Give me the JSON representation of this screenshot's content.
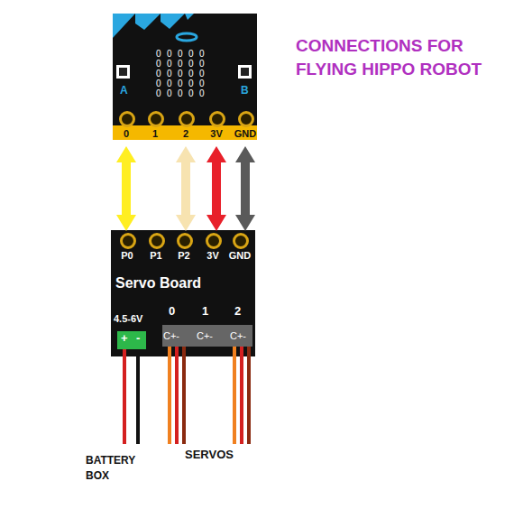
{
  "diagram": {
    "title": "CONNECTIONS FOR FLYING HIPPO ROBOT",
    "nodes": [
      {
        "text": [
          "0"
        ]
      },
      {
        "text": [
          "1"
        ]
      },
      {
        "text": [
          "2"
        ]
      },
      {
        "text": [
          "3V"
        ]
      },
      {
        "text": [
          "GND"
        ]
      },
      {
        "text": [
          "Servo Board"
        ]
      },
      {
        "text": [
          "P0"
        ],
        "in": 5
      },
      {
        "text": [
          "P1"
        ],
        "in": 5
      },
      {
        "text": [
          "P2"
        ],
        "in": 5
      },
      {
        "text": [
          "3V"
        ],
        "in": 5
      },
      {
        "text": [
          "GND"
        ],
        "in": 5
      }
    ],
    "edges": [
      {
        "from": 0,
        "to": 6,
        "arrow": "both"
      },
      {
        "from": 2,
        "to": 8,
        "arrow": "both"
      },
      {
        "from": 3,
        "to": 9,
        "arrow": "both"
      },
      {
        "from": 4,
        "to": 10,
        "arrow": "both"
      }
    ],
    "labels": [
      "0",
      "0",
      "0",
      "0",
      "0",
      "0",
      "0",
      "0",
      "0",
      "0",
      "0",
      "0",
      "0",
      "0",
      "0",
      "0",
      "0",
      "0",
      "0",
      "0",
      "0",
      "0",
      "0",
      "0",
      "0",
      "A",
      "B",
      "4.5-6V",
      "+",
      "-",
      "0",
      "1",
      "2",
      "C+-",
      "C+-",
      "C+-",
      "BATTERY BOX",
      "SERVOS"
    ]
  }
}
